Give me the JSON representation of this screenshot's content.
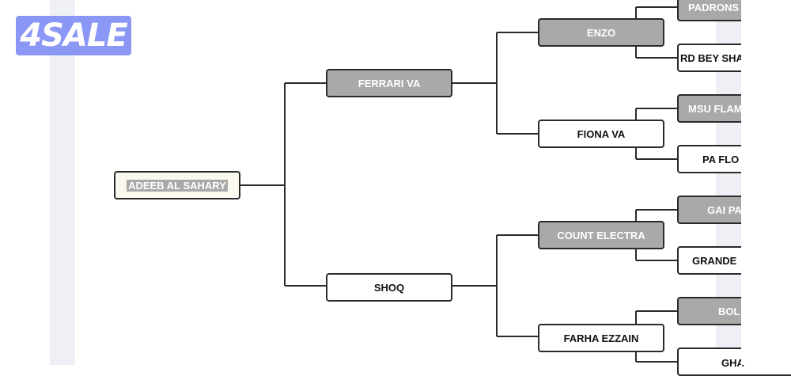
{
  "logo": {
    "text": "4SALE"
  },
  "bracket": {
    "root": "ADEEB AL SAHARY",
    "gen1": [
      "FERRARI VA",
      "SHOQ"
    ],
    "gen2": [
      "ENZO",
      "FIONA VA",
      "COUNT ELECTRA",
      "FARHA EZZAIN"
    ],
    "gen3": [
      "PADRONS",
      "RD BEY SHA",
      "MSU FLAM",
      "PA FLO",
      "GAI PA",
      "GRANDE",
      "BOL",
      "GHA"
    ]
  }
}
